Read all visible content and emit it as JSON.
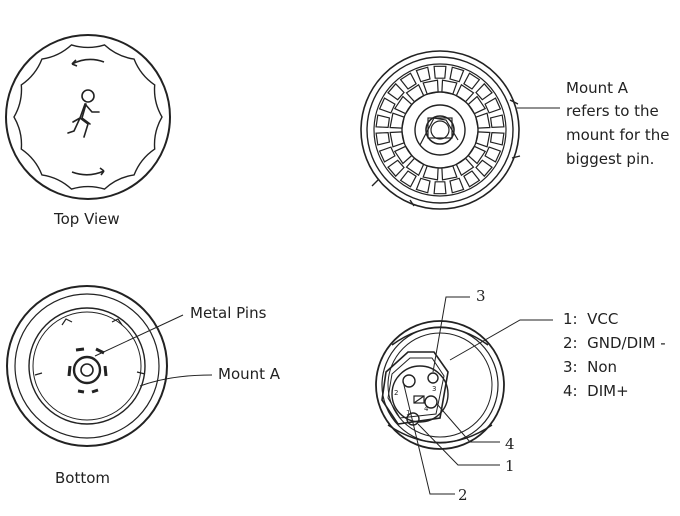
{
  "views": {
    "top_view": {
      "caption": "Top View"
    },
    "mount_view": {
      "caption_lines": [
        "Mount A",
        "refers to the",
        "mount for the",
        "biggest pin."
      ]
    },
    "bottom_view": {
      "caption": "Bottom",
      "callout_metal_pins": "Metal Pins",
      "callout_mount_a": "Mount A"
    },
    "pin_view": {
      "callouts": [
        "3",
        "4",
        "1",
        "2"
      ],
      "legend": [
        {
          "number": "1",
          "sep": ":",
          "name": "VCC"
        },
        {
          "number": "2",
          "sep": ":",
          "name": "GND/DIM -"
        },
        {
          "number": "3",
          "sep": ":",
          "name": "Non"
        },
        {
          "number": "4",
          "sep": ":",
          "name": "DIM+"
        }
      ],
      "pin_marks": [
        "3",
        "2",
        "4",
        "1"
      ]
    }
  },
  "icons": {
    "top": "walking-person-icon",
    "open_arrow": "curved-arrow-icon",
    "close_arrow": "curved-arrow-icon"
  }
}
